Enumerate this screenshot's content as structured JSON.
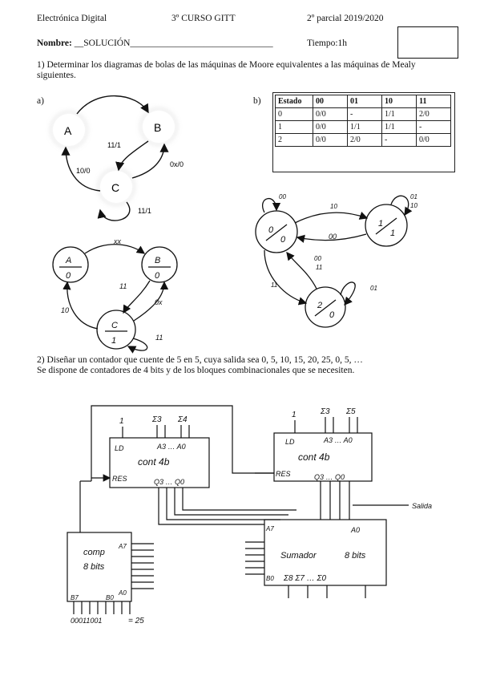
{
  "header": {
    "subject": "Electrónica Digital",
    "course": "3º CURSO GITT",
    "exam": "2º parcial 2019/2020"
  },
  "name_line": {
    "label": "Nombre:",
    "value": "__SOLUCIÓN",
    "underline": "_______________________________",
    "time": "Tiempo:1h"
  },
  "question1": {
    "text": "1) Determinar los diagramas de bolas de las máquinas de Moore equivalentes a las máquinas de Mealy siguientes.",
    "part_a": "a)",
    "part_b": "b)"
  },
  "mealy_a": {
    "states": [
      "A",
      "B",
      "C"
    ],
    "labels": {
      "ab": "",
      "bc": "11/1",
      "cb": "0x/0",
      "ca": "10/0",
      "cc": "11/1"
    }
  },
  "table_b": {
    "headers": [
      "Estado",
      "00",
      "01",
      "10",
      "11"
    ],
    "rows": [
      [
        "0",
        "0/0",
        "-",
        "1/1",
        "2/0"
      ],
      [
        "1",
        "0/0",
        "1/1",
        "1/1",
        "-"
      ],
      [
        "2",
        "0/0",
        "2/0",
        "-",
        "0/0"
      ]
    ]
  },
  "moore_a": {
    "states": [
      {
        "name": "A",
        "out": "0"
      },
      {
        "name": "B",
        "out": "0"
      },
      {
        "name": "C",
        "out": "1"
      }
    ],
    "labels": {
      "ab": "xx",
      "bc": "11",
      "cb": "0x",
      "ca": "10",
      "cc": "11"
    }
  },
  "moore_b": {
    "states": [
      {
        "name": "0",
        "out": "0"
      },
      {
        "name": "1",
        "out": "1"
      },
      {
        "name": "2",
        "out": "0"
      }
    ],
    "labels": {
      "s0_loop": "00",
      "s01": "10",
      "s10": "00",
      "s1_loop_a": "01",
      "s1_loop_b": "10",
      "s20_a": "00",
      "s20_b": "11",
      "s02": "11",
      "s2_loop": "01"
    }
  },
  "question2": {
    "line1": "2) Diseñar un contador que cuente de 5 en 5, cuya salida sea 0, 5, 10, 15, 20, 25, 0, 5, …",
    "line2": "Se dispone de contadores de 4 bits y de los bloques combinacionales que se necesiten."
  },
  "circuit": {
    "counter1": {
      "type": "cont 4b",
      "ld": "LD",
      "res": "RES",
      "in_label": "A3 … A0",
      "out_label": "Q3 … Q0",
      "in_top": [
        "1",
        "Σ3",
        "Σ4"
      ]
    },
    "counter2": {
      "type": "cont 4b",
      "ld": "LD",
      "res": "RES",
      "in_label": "A3 … A0",
      "out_label": "Q3 … Q0",
      "in_top": [
        "1",
        "Σ3",
        "Σ5"
      ]
    },
    "comparator": {
      "title": "comp",
      "sub": "8 bits",
      "a7": "A7",
      "a0": "A0",
      "b7": "B7",
      "b0": "B0",
      "const": "00011001",
      "eq": "= 25"
    },
    "adder": {
      "title": "Sumador",
      "sub": "8 bits",
      "a7": "A7",
      "a0": "A0",
      "b0": "B0",
      "s": "Σ8 Σ7 … Σ0",
      "out": "Salida"
    }
  }
}
